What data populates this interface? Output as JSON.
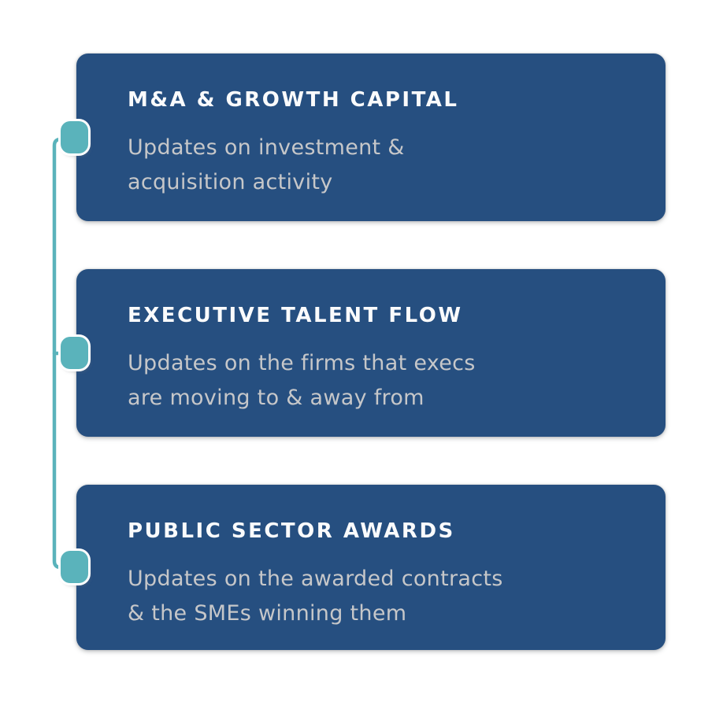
{
  "colors": {
    "card_bg": "#264F80",
    "accent_teal": "#5AB3BB",
    "title_text": "#FAFBFC",
    "desc_text": "#C6C7C9",
    "page_bg": "#FFFFFF"
  },
  "cards": [
    {
      "title": "M&A & GROWTH CAPITAL",
      "desc_line1": "Updates on investment &",
      "desc_line2": "acquisition activity"
    },
    {
      "title": "EXECUTIVE TALENT FLOW",
      "desc_line1": "Updates on the firms that execs",
      "desc_line2": "are moving to & away from"
    },
    {
      "title": "PUBLIC SECTOR AWARDS",
      "desc_line1": "Updates on the awarded contracts",
      "desc_line2": "& the SMEs winning them"
    }
  ]
}
